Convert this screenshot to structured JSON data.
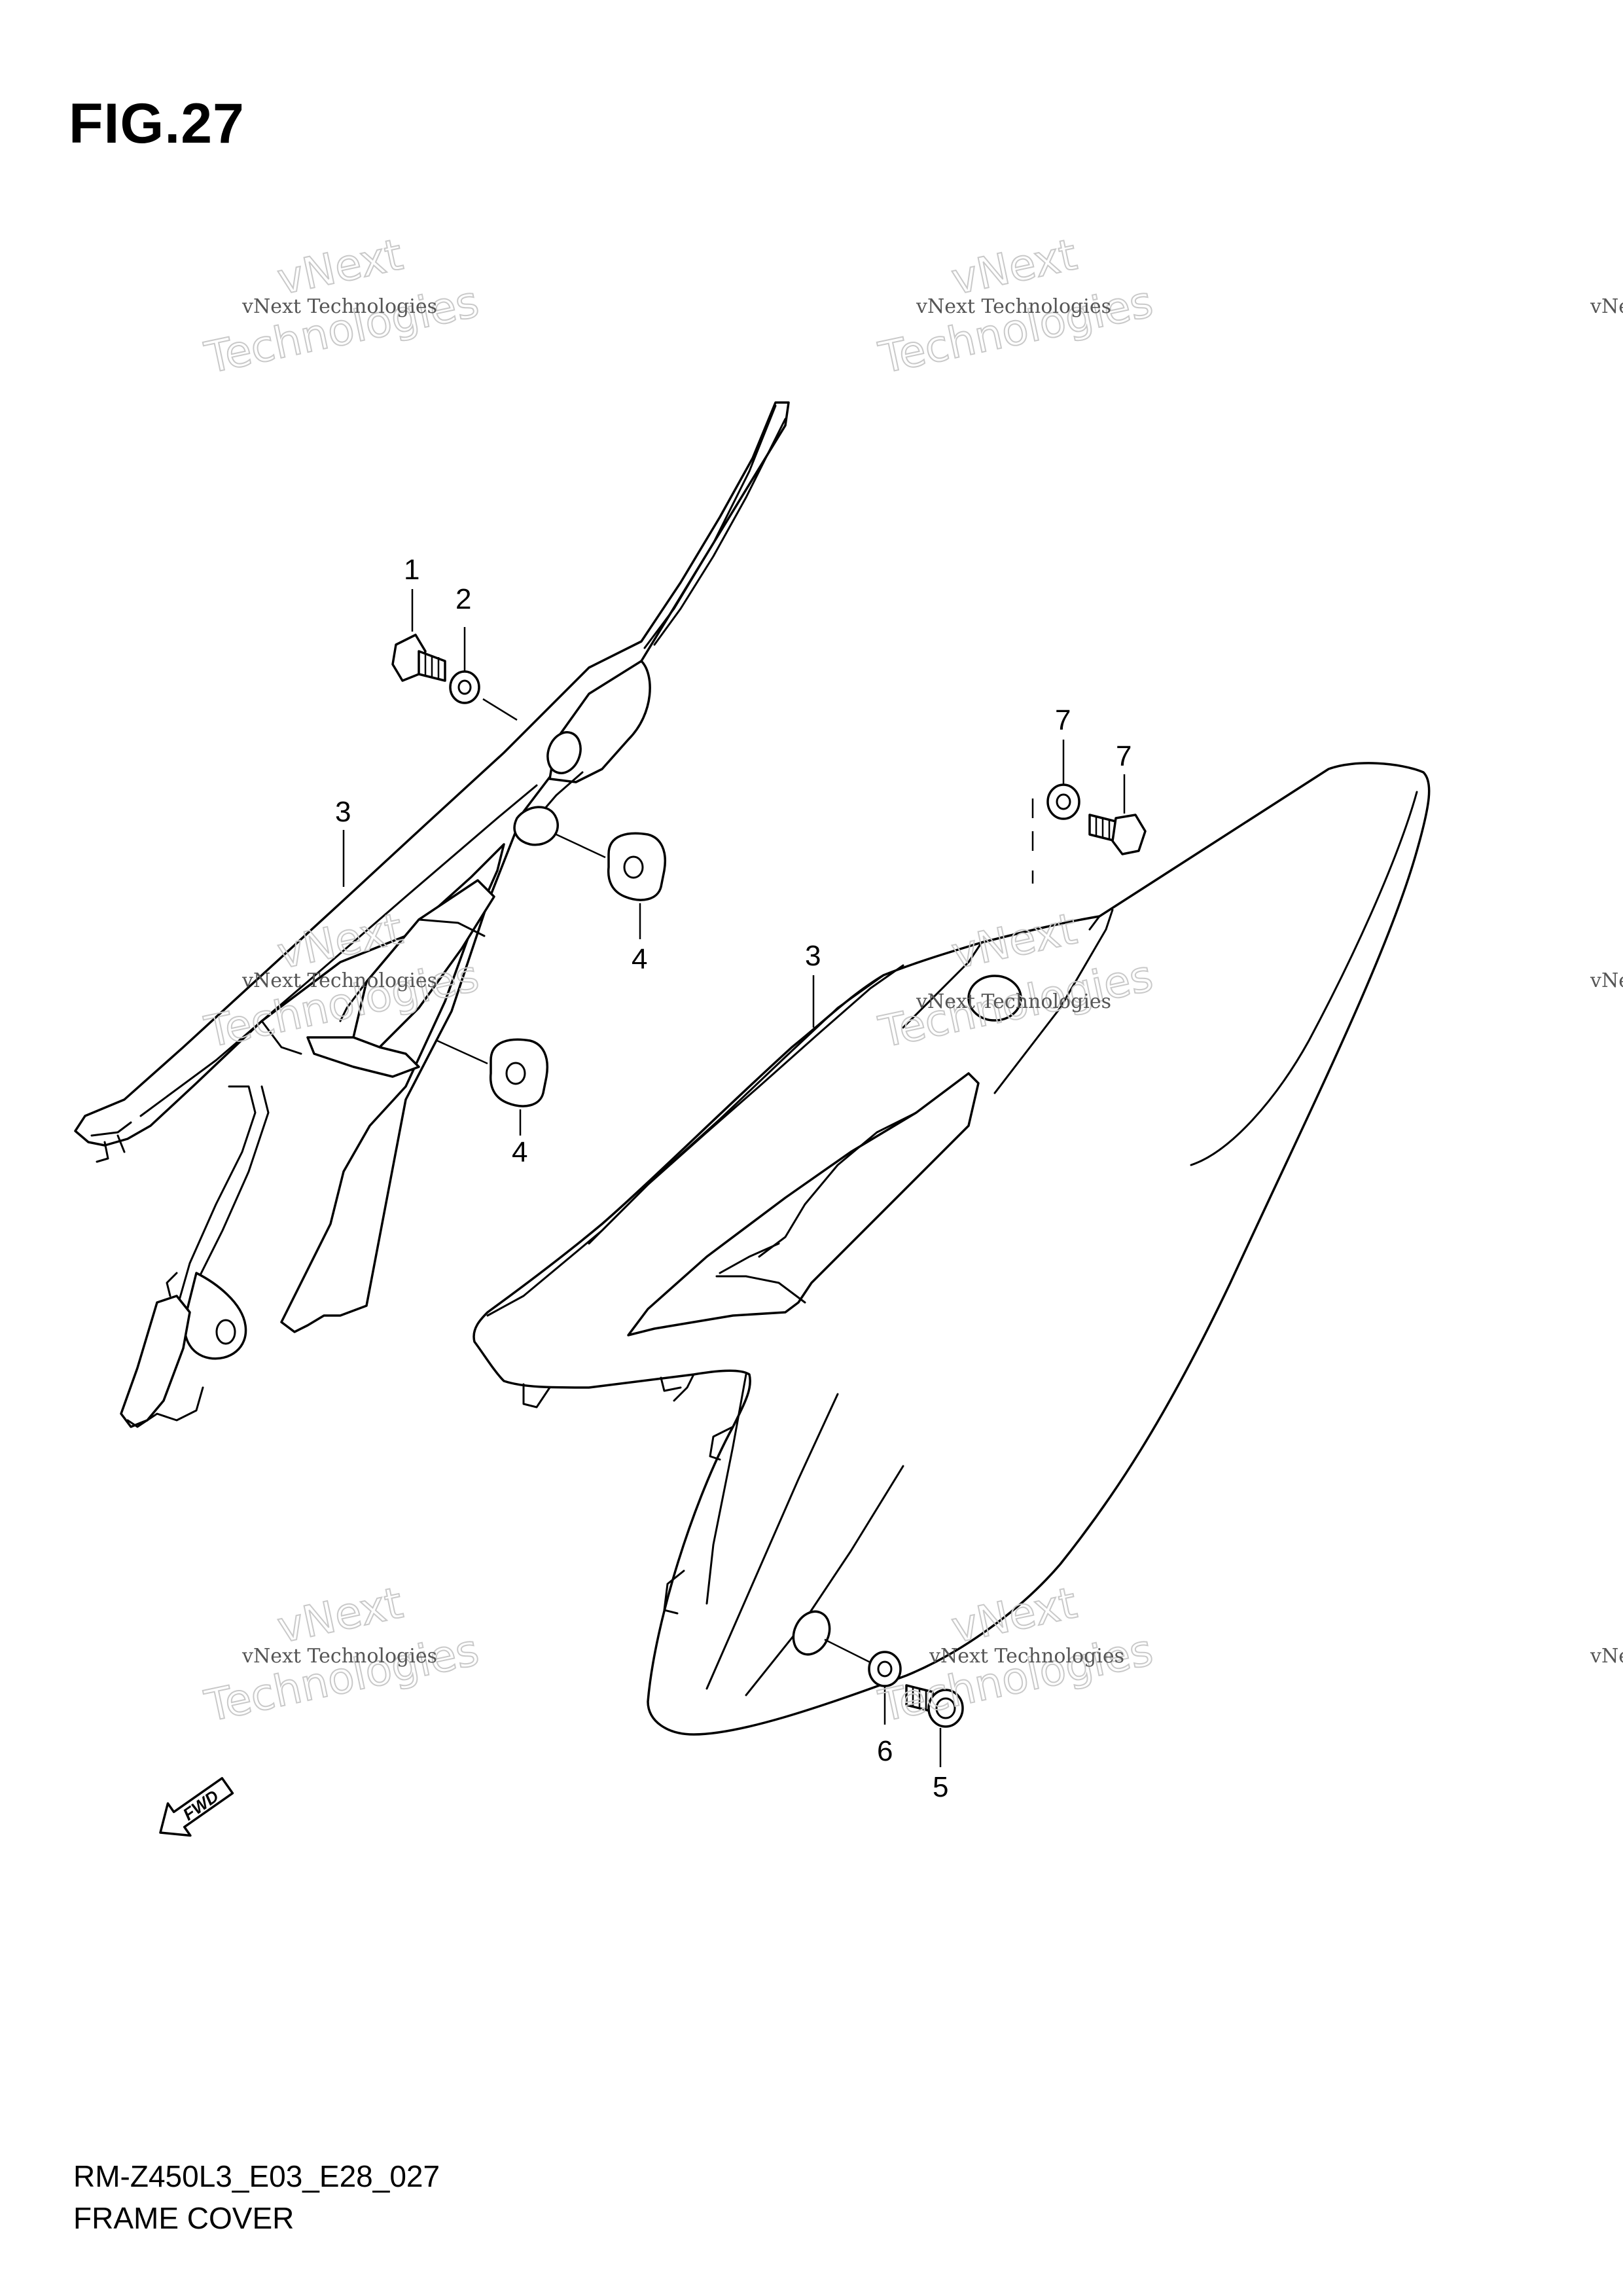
{
  "figure": {
    "title": "FIG.27",
    "model_code": "RM-Z450L3_E03_E28_027",
    "section_name": "FRAME COVER"
  },
  "callouts": [
    {
      "id": "c1",
      "label": "1"
    },
    {
      "id": "c2",
      "label": "2"
    },
    {
      "id": "c3a",
      "label": "3"
    },
    {
      "id": "c4a",
      "label": "4"
    },
    {
      "id": "c4b",
      "label": "4"
    },
    {
      "id": "c3b",
      "label": "3"
    },
    {
      "id": "c7a",
      "label": "7"
    },
    {
      "id": "c7b",
      "label": "7"
    },
    {
      "id": "c6",
      "label": "6"
    },
    {
      "id": "c5",
      "label": "5"
    }
  ],
  "watermark": {
    "small_text": "vNext Technologies",
    "big_line1": "vNext",
    "big_line2": "Technologies"
  },
  "direction_marker": {
    "label": "FWD",
    "icon": "fwd-arrow-icon"
  }
}
